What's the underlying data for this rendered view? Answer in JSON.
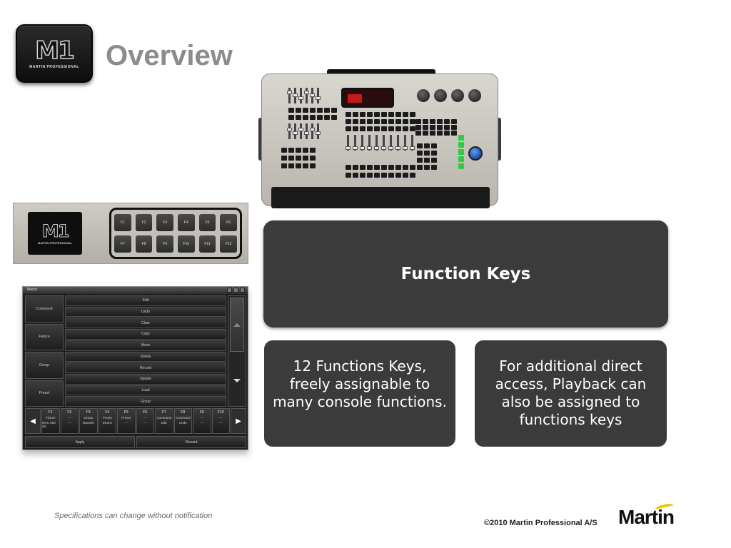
{
  "header": {
    "title": "Overview",
    "logo": {
      "mark": "M1",
      "subtitle": "MARTIN PROFESSIONAL"
    }
  },
  "function_key_panel": {
    "logo": {
      "mark": "M1",
      "subtitle": "MARTIN PROFESSIONAL"
    },
    "keys": [
      "F1",
      "F2",
      "F3",
      "F4",
      "F5",
      "F6",
      "F7",
      "F8",
      "F9",
      "F10",
      "F11",
      "F12"
    ]
  },
  "software_window": {
    "title": "Macro",
    "categories": [
      "Command",
      "Fixture",
      "Group",
      "Preset"
    ],
    "commands": [
      "Edit",
      "Undo",
      "Clear",
      "Copy",
      "Move",
      "Delete",
      "Record",
      "Update",
      "Load",
      "Group"
    ],
    "function_keys": [
      {
        "key": "F1",
        "line1": "Fixture",
        "line2": "MAC 600 (8)"
      },
      {
        "key": "F2",
        "line1": "---",
        "line2": "---"
      },
      {
        "key": "F3",
        "line1": "Group",
        "line2": "Mac600"
      },
      {
        "key": "F4",
        "line1": "Preset",
        "line2": "Drums"
      },
      {
        "key": "F5",
        "line1": "Preset",
        "line2": "---"
      },
      {
        "key": "F6",
        "line1": "---",
        "line2": "---"
      },
      {
        "key": "F7",
        "line1": "Command",
        "line2": "Edit"
      },
      {
        "key": "F8",
        "line1": "Command",
        "line2": "Undo"
      },
      {
        "key": "F9",
        "line1": "---",
        "line2": "---"
      },
      {
        "key": "F10",
        "line1": "---",
        "line2": "---"
      }
    ],
    "apply_label": "Apply",
    "discard_label": "Discard"
  },
  "smartart": {
    "main": "Function Keys",
    "left": "12 Functions Keys, freely assignable to many console functions.",
    "right": "For additional direct access, Playback can also be assigned to functions keys"
  },
  "footer": {
    "note": "Specifications can change without notification",
    "copyright": "©2010 Martin Professional A/S",
    "brand": "Martin"
  },
  "colors": {
    "box_fill": "#3b3b3b",
    "title_gray": "#8c8c8c",
    "brand_accent": "#f2c200"
  }
}
